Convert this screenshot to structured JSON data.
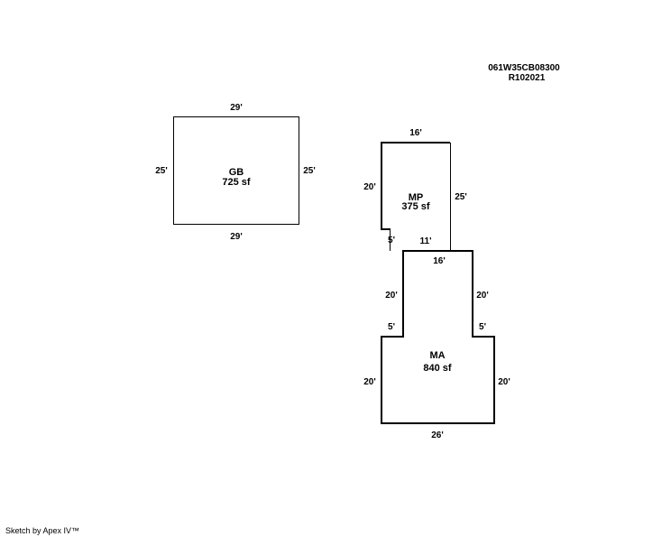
{
  "parcel": {
    "id": "061W35CB08300",
    "ref": "R102021"
  },
  "areas": {
    "gb": {
      "code": "GB",
      "sf": "725 sf",
      "dims": {
        "top": "29'",
        "bottom": "29'",
        "left": "25'",
        "right": "25'"
      }
    },
    "mp": {
      "code": "MP",
      "sf": "375 sf",
      "dims": {
        "top": "16'",
        "left": "20'",
        "right": "25'",
        "notch_left": "5'",
        "notch_bottom": "11'"
      }
    },
    "ma": {
      "code": "MA",
      "sf": "840 sf",
      "dims": {
        "top": "16'",
        "upper_left": "20'",
        "upper_right": "20'",
        "step_left": "5'",
        "step_right": "5'",
        "lower_left": "20'",
        "lower_right": "20'",
        "bottom": "26'"
      }
    }
  },
  "footer": {
    "credit": "Sketch by Apex IV™"
  }
}
